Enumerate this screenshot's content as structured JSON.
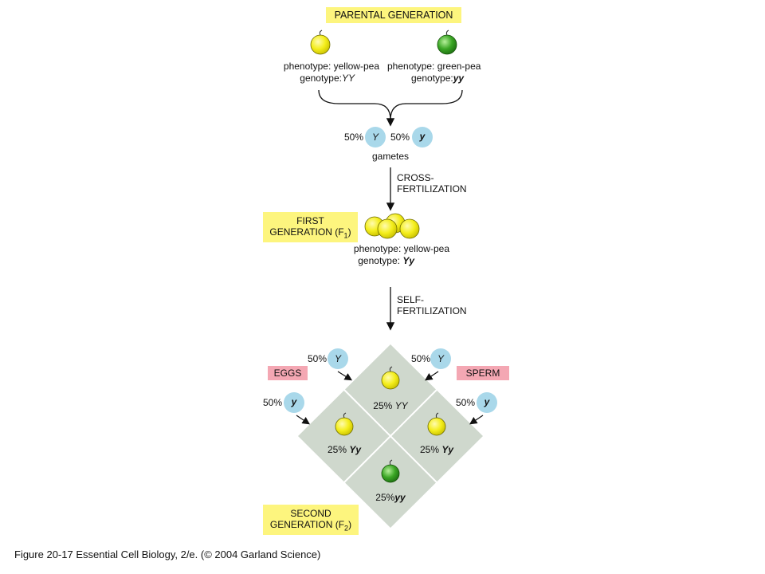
{
  "parental": {
    "title": "PARENTAL GENERATION",
    "left": {
      "phenotype": "phenotype: yellow-pea",
      "genotype_label": "genotype:",
      "genotype": "YY"
    },
    "right": {
      "phenotype": "phenotype: green-pea",
      "genotype_label": "genotype:",
      "genotype": "yy"
    }
  },
  "gametes": {
    "pct1": "50%",
    "allele1": "Y",
    "pct2": "50%",
    "allele2": "y",
    "label": "gametes"
  },
  "cross": {
    "line1": "CROSS-",
    "line2": "FERTILIZATION"
  },
  "first": {
    "title1": "FIRST",
    "title2": "GENERATION (F",
    "sub": "1",
    "close": ")",
    "phenotype": "phenotype: yellow-pea",
    "genotype_label": "genotype:",
    "genotype": "Yy"
  },
  "self": {
    "line1": "SELF-",
    "line2": "FERTILIZATION"
  },
  "punnett": {
    "eggs": "EGGS",
    "sperm": "SPERM",
    "egg_top": {
      "pct": "50%",
      "allele": "Y"
    },
    "egg_bottom": {
      "pct": "50%",
      "allele": "y"
    },
    "sperm_top": {
      "pct": "50%",
      "allele": "Y"
    },
    "sperm_bottom": {
      "pct": "50%",
      "allele": "y"
    },
    "cells": {
      "top": {
        "pct": "25%",
        "genotype": "YY"
      },
      "left": {
        "pct": "25%",
        "genotype": "Yy"
      },
      "right": {
        "pct": "25%",
        "genotype": "Yy"
      },
      "bottom": {
        "pct": "25%",
        "genotype": "yy"
      }
    }
  },
  "second": {
    "title1": "SECOND",
    "title2": "GENERATION (F",
    "sub": "2",
    "close": ")"
  },
  "caption": "Figure 20-17  Essential Cell Biology, 2/e. (© 2004 Garland Science)",
  "colors": {
    "yellow_pea": "#f4ee1c",
    "green_pea": "#3aa624",
    "allele_circle": "#a9d8ea",
    "label_yellow": "#fdf57e",
    "label_pink": "#f4a7b3",
    "diamond": "#cfd8cd"
  }
}
